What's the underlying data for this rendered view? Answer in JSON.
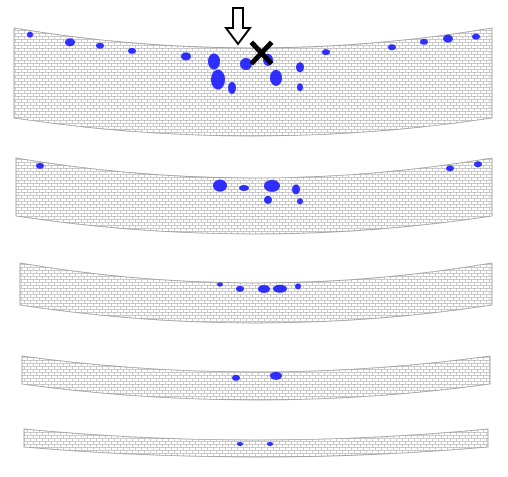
{
  "figure": {
    "background": "#ffffff",
    "mesh_color": "#b9b9b9",
    "mesh_outline_color": "#9a9a9a",
    "damage_color": "#1a1aff",
    "marker_color": "#000000",
    "marker_icons": [
      "down-arrow-icon",
      "cross-icon"
    ]
  },
  "panels": [
    {
      "id": "panel-1",
      "damage_level": 5
    },
    {
      "id": "panel-2",
      "damage_level": 4
    },
    {
      "id": "panel-3",
      "damage_level": 3
    },
    {
      "id": "panel-4",
      "damage_level": 2
    },
    {
      "id": "panel-5",
      "damage_level": 1
    }
  ]
}
